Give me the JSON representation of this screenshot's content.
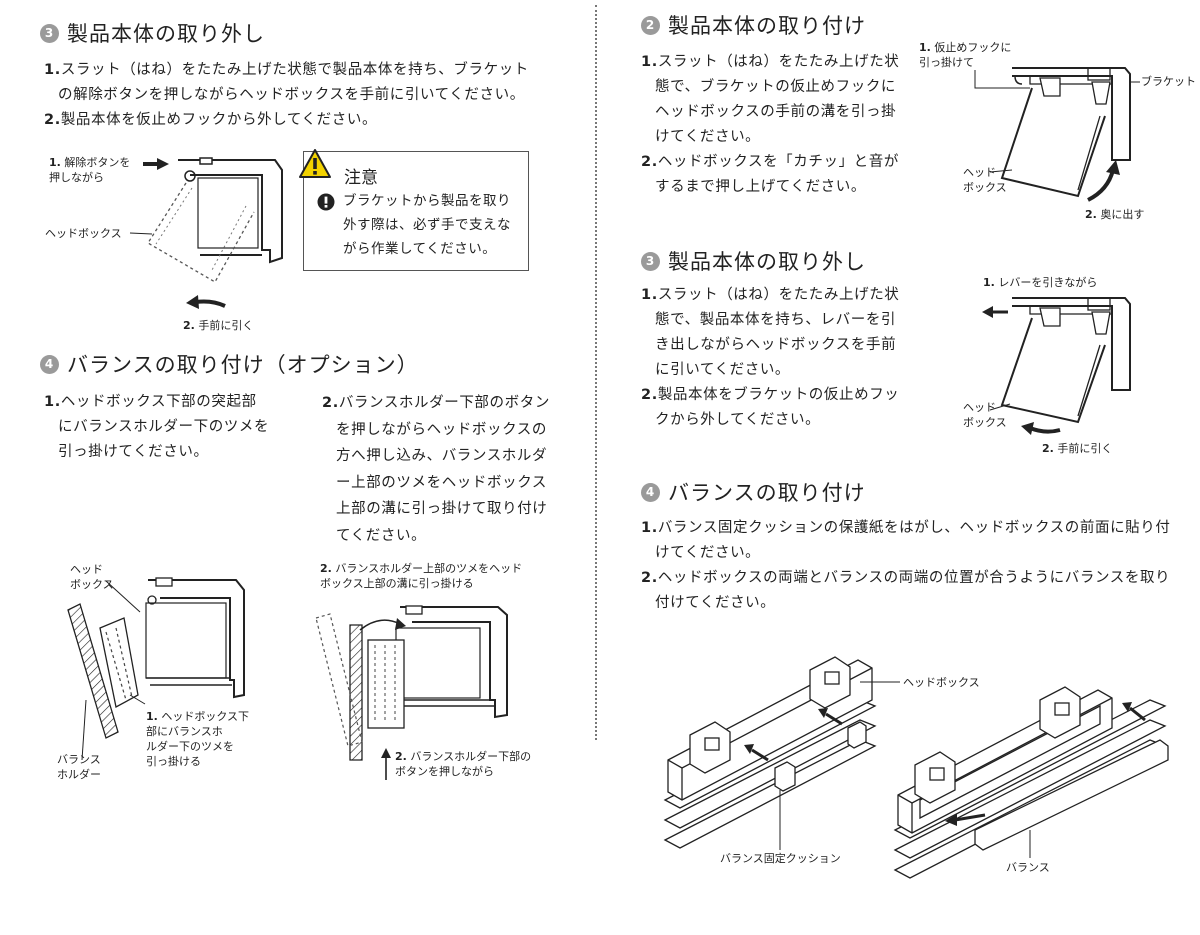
{
  "left": {
    "sec3": {
      "num": "3",
      "title": "製品本体の取り外し",
      "step1_num": "1.",
      "step1_text": "スラット（はね）をたたみ上げた状態で製品本体を持ち、ブラケットの解除ボタンを押しながらヘッドボックスを手前に引いてください。",
      "step2_num": "2.",
      "step2_text": "製品本体を仮止めフックから外してください。",
      "fig": {
        "callout1_num": "1.",
        "callout1_text": "解除ボタンを\n押しながら",
        "headbox": "ヘッドボックス",
        "callout2_num": "2.",
        "callout2_text": "手前に引く"
      },
      "caution": {
        "title": "注意",
        "text": "ブラケットから製品を取り外す際は、必ず手で支えながら作業してください。"
      }
    },
    "sec4": {
      "num": "4",
      "title": "バランスの取り付け（オプション）",
      "step1_num": "1.",
      "step1_text": "ヘッドボックス下部の突起部にバランスホルダー下のツメを引っ掛けてください。",
      "step2_num": "2.",
      "step2_text": "バランスホルダー下部のボタンを押しながらヘッドボックスの方へ押し込み、バランスホルダー上部のツメをヘッドボックス上部の溝に引っ掛けて取り付けてください。",
      "fig1": {
        "headbox": "ヘッド\nボックス",
        "holder": "バランス\nホルダー",
        "callout_num": "1.",
        "callout_text": "ヘッドボックス下\n部にバランスホ\nルダー下のツメを\n引っ掛ける"
      },
      "fig2": {
        "callout_top_num": "2.",
        "callout_top_text": "バランスホルダー上部のツメをヘッド\nボックス上部の溝に引っ掛ける",
        "callout_bottom_num": "2.",
        "callout_bottom_text": "バランスホルダー下部の\nボタンを押しながら"
      }
    }
  },
  "right": {
    "sec2": {
      "num": "2",
      "title": "製品本体の取り付け",
      "step1_num": "1.",
      "step1_text": "スラット（はね）をたたみ上げた状態で、ブラケットの仮止めフックにヘッドボックスの手前の溝を引っ掛けてください。",
      "step2_num": "2.",
      "step2_text": "ヘッドボックスを「カチッ」と音がするまで押し上げてください。",
      "fig": {
        "callout1_num": "1.",
        "callout1_text": "仮止めフックに\n引っ掛けて",
        "bracket": "ブラケット",
        "headbox": "ヘッド\nボックス",
        "callout2_num": "2.",
        "callout2_text": "奥に出す"
      }
    },
    "sec3": {
      "num": "3",
      "title": "製品本体の取り外し",
      "step1_num": "1.",
      "step1_text": "スラット（はね）をたたみ上げた状態で、製品本体を持ち、レバーを引き出しながらヘッドボックスを手前に引いてください。",
      "step2_num": "2.",
      "step2_text": "製品本体をブラケットの仮止めフックから外してください。",
      "fig": {
        "callout1_num": "1.",
        "callout1_text": "レバーを引きながら",
        "headbox": "ヘッド\nボックス",
        "callout2_num": "2.",
        "callout2_text": "手前に引く"
      }
    },
    "sec4": {
      "num": "4",
      "title": "バランスの取り付け",
      "step1_num": "1.",
      "step1_text": "バランス固定クッションの保護紙をはがし、ヘッドボックスの前面に貼り付けてください。",
      "step2_num": "2.",
      "step2_text": "ヘッドボックスの両端とバランスの両端の位置が合うようにバランスを取り付けてください。",
      "fig": {
        "headbox": "ヘッドボックス",
        "cushion": "バランス固定クッション",
        "valance": "バランス"
      }
    }
  }
}
